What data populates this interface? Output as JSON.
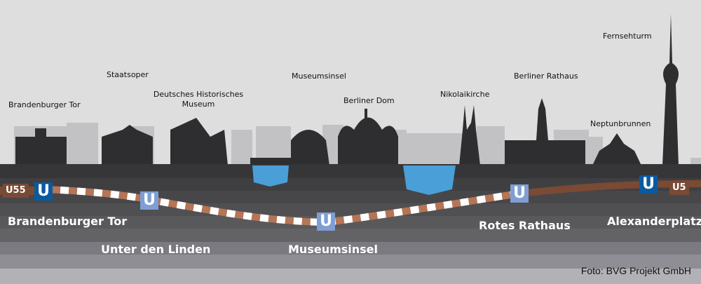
{
  "landmarks": [
    "Brandenburger Tor",
    "Staatsoper",
    "Deutsches Historisches Museum",
    "Museumsinsel",
    "Berliner Dom",
    "Nikolaikirche",
    "Berliner Rathaus",
    "Neptunbrunnen",
    "Fernsehturm"
  ],
  "stations": [
    "Brandenburger Tor",
    "Unter den Linden",
    "Museumsinsel",
    "Rotes Rathaus",
    "Alexanderplatz"
  ],
  "lines": {
    "west": "U55",
    "east": "U5"
  },
  "station_symbol": "U",
  "credit": "Foto: BVG Projekt GmbH",
  "colors": {
    "line": "#7a4a35",
    "existing_station": "#0a5aa0",
    "new_station": "#7e9ed4",
    "water": "#4a9fd8"
  }
}
